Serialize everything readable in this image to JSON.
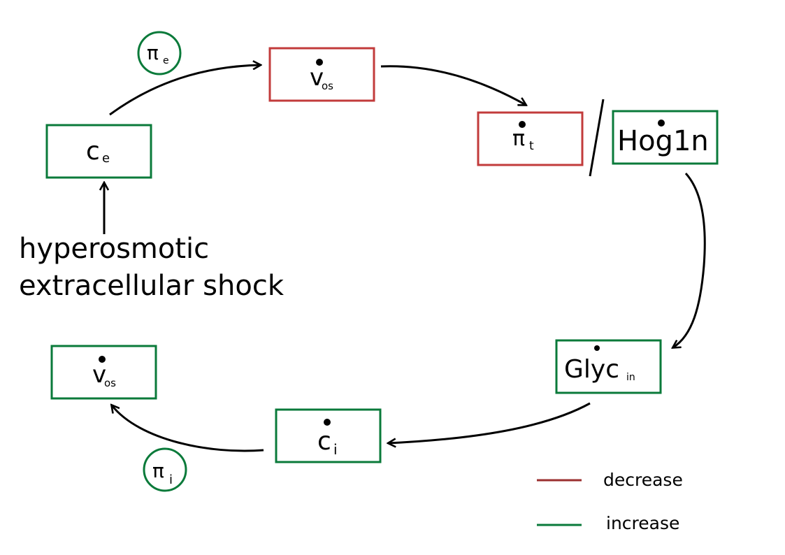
{
  "colors": {
    "decrease": "#c23b3b",
    "increase": "#0a7a3a",
    "legend_decrease_line": "#9b2f2f",
    "legend_increase_line": "#0a7a3a"
  },
  "nodes": {
    "ce": {
      "main": "c",
      "sub": "e",
      "color": "increase"
    },
    "vos_top": {
      "main": "v",
      "sub": "os",
      "dot": true,
      "color": "decrease"
    },
    "pit": {
      "main": "π",
      "sub": "t",
      "dot": true,
      "color": "decrease"
    },
    "hog1n": {
      "main": "Hog1n",
      "dot": true,
      "color": "increase"
    },
    "glyc": {
      "main": "Glyc",
      "sub": "in",
      "dot": true,
      "color": "increase"
    },
    "ci": {
      "main": "c",
      "sub": "i",
      "dot": true,
      "color": "increase"
    },
    "vos_bottom": {
      "main": "v",
      "sub": "os",
      "dot": true,
      "color": "increase"
    }
  },
  "circles": {
    "pie": {
      "main": "π",
      "sub": "e"
    },
    "pii": {
      "main": "π",
      "sub": "i"
    }
  },
  "stimulus": {
    "line1": "hyperosmotic",
    "line2": "extracellular shock"
  },
  "legend": {
    "decrease_label": "decrease",
    "increase_label": "increase"
  }
}
